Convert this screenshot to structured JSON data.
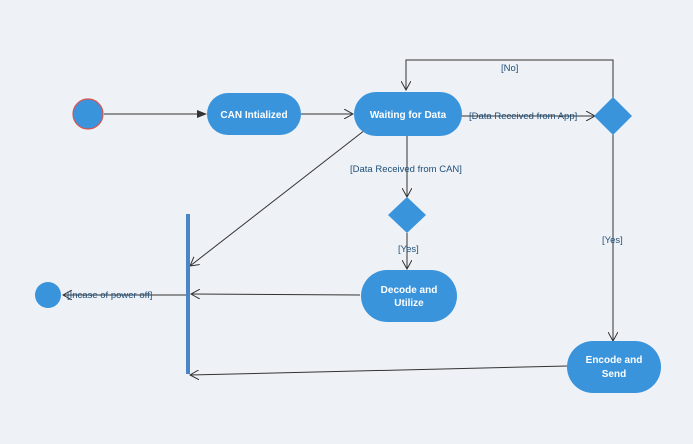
{
  "nodes": {
    "start": {
      "color": "#3a94dc",
      "border": "#d9534f"
    },
    "end": {
      "color": "#3a94dc"
    },
    "can_initialized": {
      "label": "CAN Intialized"
    },
    "waiting_for_data": {
      "label": "Waiting for Data"
    },
    "decode_utilize": {
      "line1": "Decode and",
      "line2": "Utilize"
    },
    "encode_send": {
      "line1": "Encode and",
      "line2": "Send"
    },
    "fork_bar": {
      "color": "#4a86c5"
    }
  },
  "guards": {
    "no": "[No]",
    "data_from_app": "[Data Received from App]",
    "data_from_can": "[Data Received from CAN]",
    "yes_left": "[Yes]",
    "yes_right": "[Yes]",
    "power_off": "[Incase of power off]"
  },
  "colors": {
    "node_fill": "#3a94dc",
    "edge": "#333333",
    "guard_text": "#1f4e79",
    "background": "#eef2f6"
  }
}
